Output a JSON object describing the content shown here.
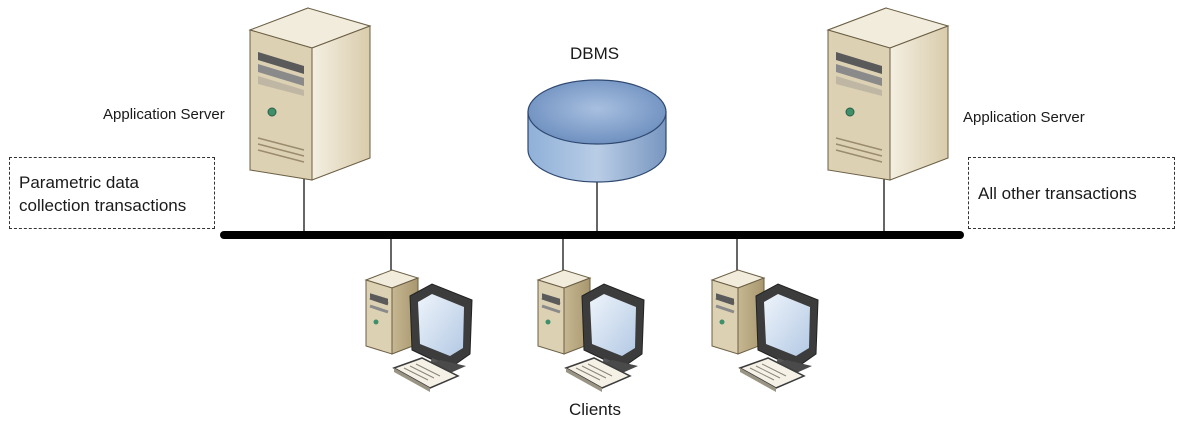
{
  "diagram": {
    "dbms_label": "DBMS",
    "app_server_left_label": "Application Server",
    "app_server_right_label": "Application Server",
    "left_note": [
      "Parametric data",
      "collection transactions"
    ],
    "right_note": "All other transactions",
    "clients_label": "Clients"
  },
  "colors": {
    "bus": "#000000",
    "dbms_top": "#7f9fcb",
    "dbms_side": "#6d8fbd",
    "server_beige": "#e8dfc8",
    "server_shadow": "#b7a884",
    "monitor_frame": "#3c3c3c",
    "screen": "#c9dbee"
  }
}
